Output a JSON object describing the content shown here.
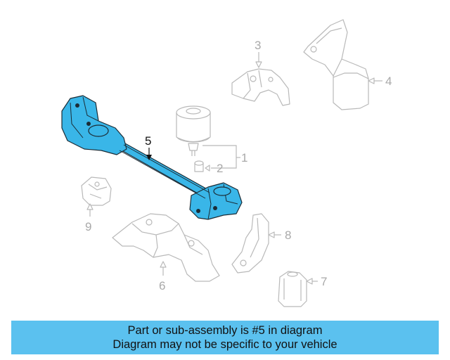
{
  "colors": {
    "highlight": "#39b6e8",
    "caption_bg": "#5bc1ef",
    "ghost_stroke": "#b9b9b9"
  },
  "callouts": {
    "1": "1",
    "2": "2",
    "3": "3",
    "4": "4",
    "5": "5",
    "6": "6",
    "7": "7",
    "8": "8",
    "9": "9"
  },
  "caption": {
    "line1": "Part or sub-assembly is #5 in diagram",
    "line2": "Diagram may not be specific to your vehicle"
  }
}
